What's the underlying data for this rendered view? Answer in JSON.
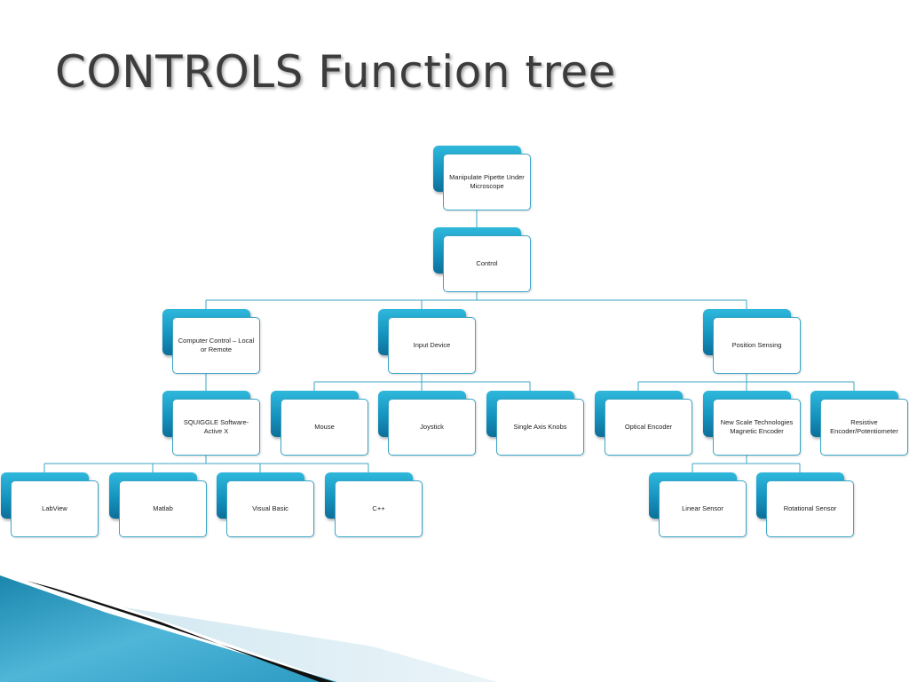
{
  "slide": {
    "title": "CONTROLS Function tree"
  },
  "tree": {
    "root": "Manipulate Pipette Under Microscope",
    "control": "Control",
    "computer_control": "Computer Control – Local or Remote",
    "input_device": "Input Device",
    "position_sensing": "Position Sensing",
    "squiggle": "SQUIGGLE Software-Active X",
    "mouse": "Mouse",
    "joystick": "Joystick",
    "single_axis_knobs": "Single Axis Knobs",
    "optical_encoder": "Optical Encoder",
    "new_scale_magnetic": "New Scale Technologies Magnetic Encoder",
    "resistive_encoder": "Resistive Encoder/Potentiometer",
    "labview": "LabView",
    "matlab": "Matlab",
    "visual_basic": "Visual Basic",
    "cpp": "C++",
    "linear_sensor": "Linear Sensor",
    "rotational_sensor": "Rotational Sensor"
  },
  "colors": {
    "node_accent": "#1593bf",
    "connector": "#3aa6c6",
    "title_text": "#3c3c3c"
  }
}
